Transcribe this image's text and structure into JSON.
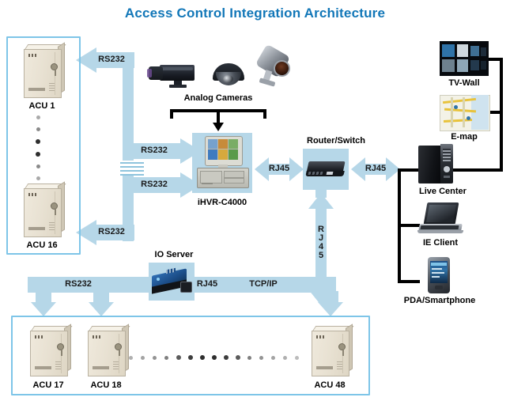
{
  "title": "Access Control Integration Architecture",
  "colors": {
    "title": "#1277b8",
    "flow": "#b6d7e8",
    "panel_border": "#7ec5e8",
    "link": "#000000",
    "device_tint": "#b6d7e8"
  },
  "panels": {
    "left": {
      "name": "ACU 1-16 panel",
      "devices": [
        {
          "label": "ACU 1"
        },
        {
          "label": "ACU 16"
        }
      ]
    },
    "bottom": {
      "name": "ACU 17-48 panel",
      "devices": [
        {
          "label": "ACU 17"
        },
        {
          "label": "ACU 18"
        },
        {
          "label": "ACU 48"
        }
      ]
    }
  },
  "nodes": {
    "analog_cameras": "Analog Cameras",
    "ihvr": "iHVR-C4000",
    "router": "Router/Switch",
    "io_server": "IO Server",
    "tv_wall": "TV-Wall",
    "emap": "E-map",
    "live_center": "Live Center",
    "ie_client": "IE Client",
    "pda": "PDA/Smartphone"
  },
  "links": {
    "rs232_acu1": "RS232",
    "rs232_acu16": "RS232",
    "rs232_up": "RS232",
    "rs232_down": "RS232",
    "rs232_io": "RS232",
    "rj45_io": "RJ45",
    "rj45_left": "RJ45",
    "rj45_right": "RJ45",
    "rj45_vertical": [
      "R",
      "J",
      "4",
      "5"
    ],
    "tcpip": "TCP/IP"
  }
}
